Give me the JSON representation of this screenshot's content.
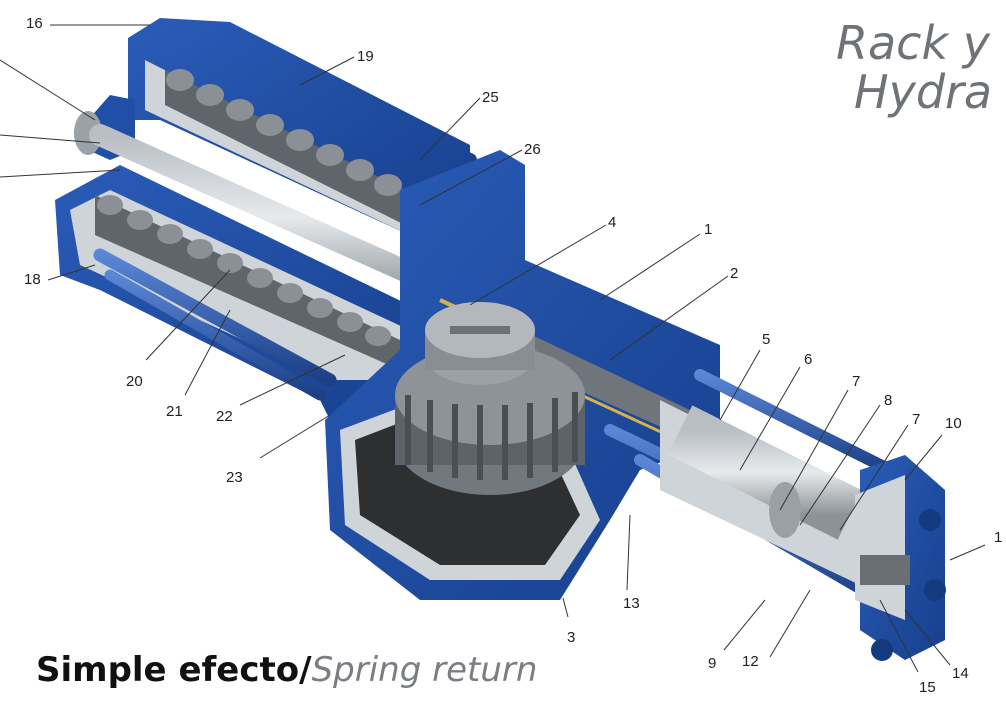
{
  "title": {
    "line1": "Rack y",
    "line2": "Hydra"
  },
  "caption": {
    "bold": "Simple efecto/",
    "italic": "Spring return"
  },
  "colors": {
    "body_blue": "#1f4fa6",
    "dark_blue": "#143a80",
    "cut_grey": "#cfd4d8",
    "spring_grey": "#6a6f74",
    "brass": "#d7b14a"
  },
  "labels": [
    {
      "id": "16",
      "text": "16"
    },
    {
      "id": "19",
      "text": "19"
    },
    {
      "id": "25",
      "text": "25"
    },
    {
      "id": "26",
      "text": "26"
    },
    {
      "id": "4",
      "text": "4"
    },
    {
      "id": "1",
      "text": "1"
    },
    {
      "id": "2",
      "text": "2"
    },
    {
      "id": "18",
      "text": "18"
    },
    {
      "id": "5",
      "text": "5"
    },
    {
      "id": "6",
      "text": "6"
    },
    {
      "id": "7a",
      "text": "7"
    },
    {
      "id": "8",
      "text": "8"
    },
    {
      "id": "7b",
      "text": "7"
    },
    {
      "id": "10",
      "text": "10"
    },
    {
      "id": "20",
      "text": "20"
    },
    {
      "id": "21",
      "text": "21"
    },
    {
      "id": "22",
      "text": "22"
    },
    {
      "id": "23",
      "text": "23"
    },
    {
      "id": "1r",
      "text": "1"
    },
    {
      "id": "13",
      "text": "13"
    },
    {
      "id": "3",
      "text": "3"
    },
    {
      "id": "9",
      "text": "9"
    },
    {
      "id": "12",
      "text": "12"
    },
    {
      "id": "14",
      "text": "14"
    },
    {
      "id": "15",
      "text": "15"
    }
  ]
}
